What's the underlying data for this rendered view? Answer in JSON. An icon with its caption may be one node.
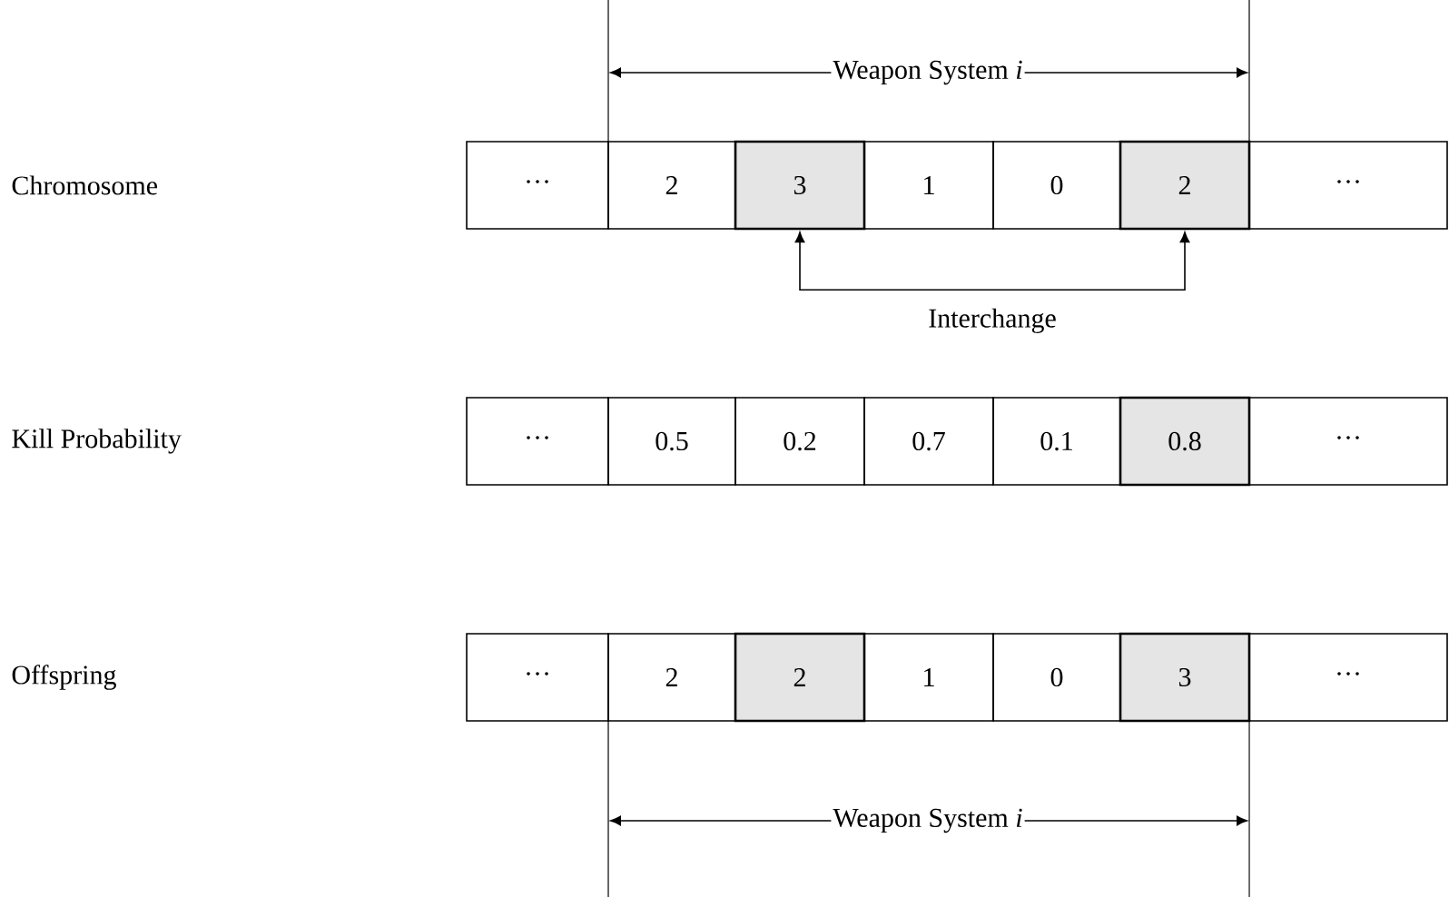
{
  "diagram": {
    "nodes": [
      {
        "text": [
          "···"
        ]
      },
      {
        "text": [
          "2"
        ]
      },
      {
        "text": [
          "3"
        ]
      },
      {
        "text": [
          "1"
        ]
      },
      {
        "text": [
          "0"
        ]
      },
      {
        "text": [
          "2"
        ]
      },
      {
        "text": [
          "···"
        ]
      },
      {
        "text": [
          "···"
        ]
      },
      {
        "text": [
          "0.5"
        ]
      },
      {
        "text": [
          "0.2"
        ]
      },
      {
        "text": [
          "0.7"
        ]
      },
      {
        "text": [
          "0.1"
        ]
      },
      {
        "text": [
          "0.8"
        ]
      },
      {
        "text": [
          "···"
        ]
      },
      {
        "text": [
          "···"
        ]
      },
      {
        "text": [
          "2"
        ]
      },
      {
        "text": [
          "2"
        ]
      },
      {
        "text": [
          "1"
        ]
      },
      {
        "text": [
          "0"
        ]
      },
      {
        "text": [
          "3"
        ]
      },
      {
        "text": [
          "···"
        ]
      }
    ],
    "edges": [
      {
        "from": 2,
        "to": 5,
        "arrow": "both",
        "label": "Interchange"
      }
    ],
    "labels": [
      "Weapon System *i*",
      "Chromosome",
      "Kill Probability",
      "Offspring",
      "Weapon System *i*"
    ]
  }
}
